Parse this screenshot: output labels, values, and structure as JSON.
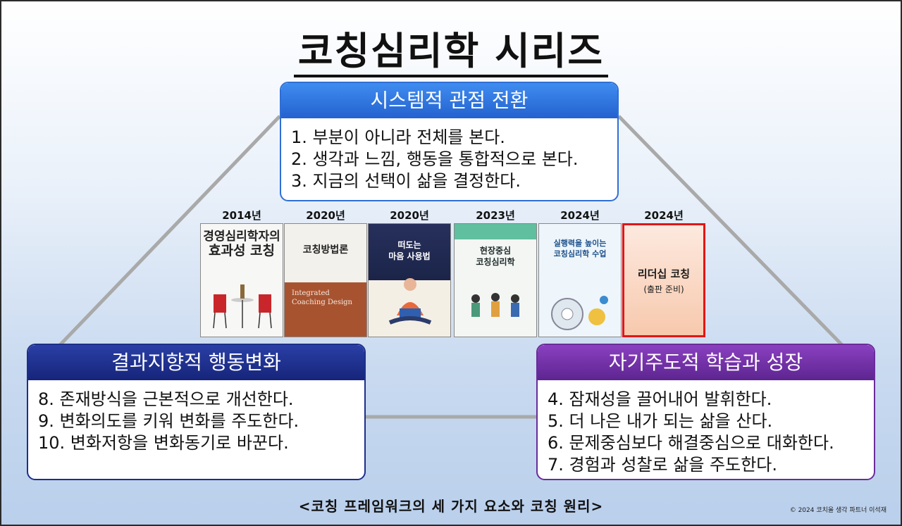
{
  "title": "코칭심리학 시리즈",
  "top_box": {
    "header": "시스템적 관점 전환",
    "items": [
      "1. 부분이 아니라 전체를 본다.",
      "2. 생각과 느낌, 행동을 통합적으로 본다.",
      "3. 지금의 선택이 삶을 결정한다."
    ]
  },
  "left_box": {
    "header": "결과지향적 행동변화",
    "items": [
      "8. 존재방식을 근본적으로 개선한다.",
      "9. 변화의도를 키워 변화를 주도한다.",
      "10. 변화저항을 변화동기로 바꾼다."
    ]
  },
  "right_box": {
    "header": "자기주도적 학습과 성장",
    "items": [
      "4. 잠재성을 끌어내어 발휘한다.",
      "5. 더 나은 내가 되는 삶을 산다.",
      "6. 문제중심보다 해결중심으로 대화한다.",
      "7. 경험과 성찰로 삶을 주도한다."
    ]
  },
  "books": [
    {
      "year": "2014년",
      "title_1": "경영심리학자의",
      "title_2": "효과성 코칭"
    },
    {
      "year": "2020년",
      "title_1": "코칭방법론",
      "title_2": "Integrated Coaching Design"
    },
    {
      "year": "2020년",
      "title_1": "떠도는",
      "title_2": "마음 사용법"
    },
    {
      "year": "2023년",
      "title_1": "현장중심",
      "title_2": "코칭심리학"
    },
    {
      "year": "2024년",
      "title_1": "실행력을 높이는",
      "title_2": "코칭심리학 수업"
    },
    {
      "year": "2024년",
      "title_1": "리더십 코칭",
      "title_2": "(출판 준비)"
    }
  ],
  "caption": "<코칭 프레임워크의 세 가지 요소와 코칭 원리>",
  "copyright": "© 2024 코치올 생각 파트너 이석재",
  "colors": {
    "top_header": "#2f6fd6",
    "left_header": "#1c2f8a",
    "right_header": "#6a2c9a",
    "pending_book_border": "#e01616"
  }
}
